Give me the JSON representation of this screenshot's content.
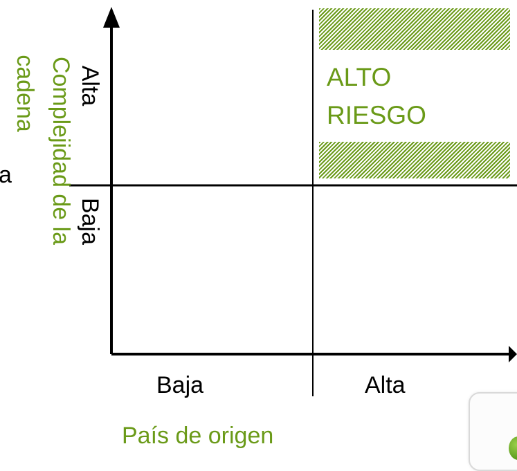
{
  "diagram": {
    "accent_color": "#6a9a18",
    "y_axis": {
      "title_line1": "Complejidad de la",
      "title_line2": "cadena",
      "high_label": "Alta",
      "low_label": "Baja"
    },
    "x_axis": {
      "title": "País de origen",
      "low_label": "Baja",
      "high_label": "Alta"
    },
    "high_risk_quadrant": {
      "line1": "ALTO",
      "line2": "RIESGO"
    },
    "left_fragment": "a"
  }
}
